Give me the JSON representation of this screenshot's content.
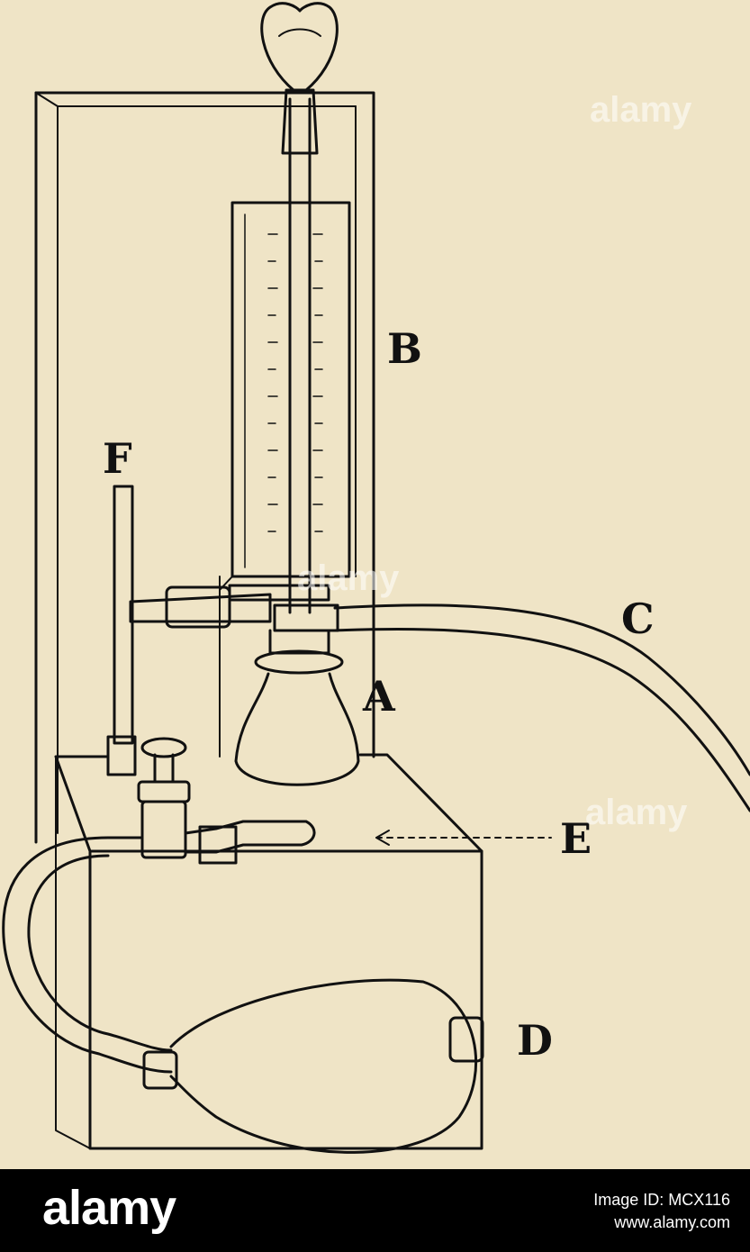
{
  "labels": {
    "a": "A",
    "b": "B",
    "c": "C",
    "d": "D",
    "e": "E",
    "f": "F"
  },
  "watermark": {
    "text": "alamy"
  },
  "footer": {
    "logo": "alamy",
    "image_id": "Image ID: MCX116",
    "url": "www.alamy.com"
  },
  "colors": {
    "paper": "#efe4c6",
    "ink": "#111111",
    "footer_bg": "#000000",
    "footer_text": "#ffffff"
  }
}
